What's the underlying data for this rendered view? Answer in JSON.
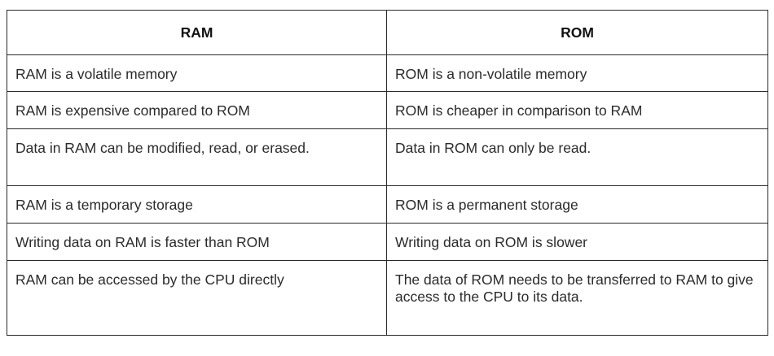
{
  "table": {
    "headers": [
      "RAM",
      "ROM"
    ],
    "rows": [
      [
        "RAM is a volatile memory",
        "ROM is a non-volatile memory"
      ],
      [
        "RAM is expensive compared to ROM",
        "ROM is cheaper in comparison to RAM"
      ],
      [
        "Data in RAM can be modified, read, or erased.",
        "Data in ROM can only be read."
      ],
      [
        "RAM is a temporary storage",
        "ROM is a permanent storage"
      ],
      [
        "Writing data on RAM is faster than ROM",
        "Writing data on ROM is slower"
      ],
      [
        "RAM can be accessed by the CPU directly",
        "The data of ROM needs to be transferred to RAM to give access to the CPU to its data."
      ]
    ]
  }
}
